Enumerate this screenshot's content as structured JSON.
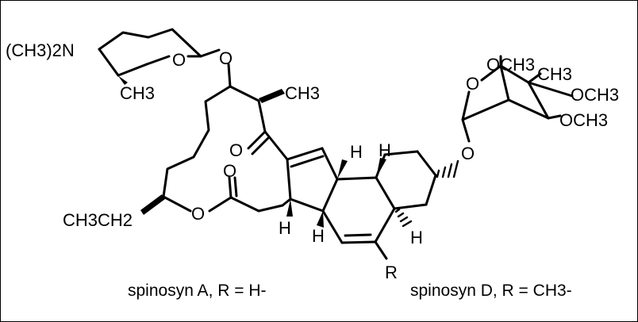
{
  "molecule": {
    "amine_group": "(CH3)2N",
    "sugar_methyl": "CH3",
    "sugar_ring_oxygen": "O",
    "glycoside_oxygen_left": "O",
    "macrolide_methyl": "CH3",
    "ketone_oxygen": "O",
    "ester_carbonyl_oxygen": "O",
    "ester_ring_oxygen": "O",
    "ethyl_group": "CH3CH2",
    "hydrogen_labels": [
      "H",
      "H",
      "H",
      "H",
      "H"
    ],
    "r_group": "R",
    "rhamnose_methoxy_top": "OCH3",
    "rhamnose_methyl": "CH3",
    "rhamnose_methoxy_right": "OCH3",
    "rhamnose_methoxy_lower": "OCH3",
    "rhamnose_ring_oxygen": "O",
    "glycoside_oxygen_right": "O"
  },
  "captions": {
    "spinosyn_a": "spinosyn A, R = H-",
    "spinosyn_d": "spinosyn D, R = CH3-"
  }
}
